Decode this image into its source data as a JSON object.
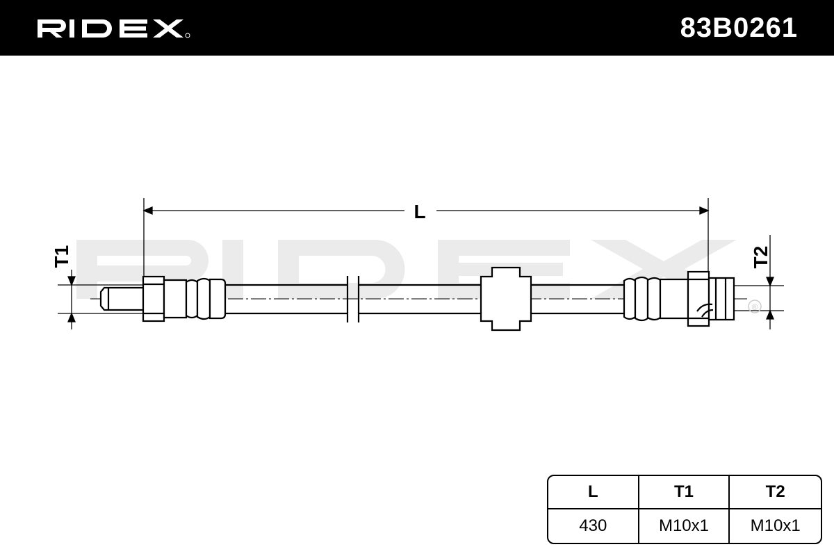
{
  "header": {
    "brand_name": "RIDEX",
    "part_number": "83B0261"
  },
  "drawing": {
    "labels": {
      "length": "L",
      "thread_1": "T1",
      "thread_2": "T2"
    },
    "watermark": "RIDEX",
    "registered_mark": "®"
  },
  "specs": {
    "headers": [
      "L",
      "T1",
      "T2"
    ],
    "values": [
      "430",
      "M10x1",
      "M10x1"
    ]
  }
}
